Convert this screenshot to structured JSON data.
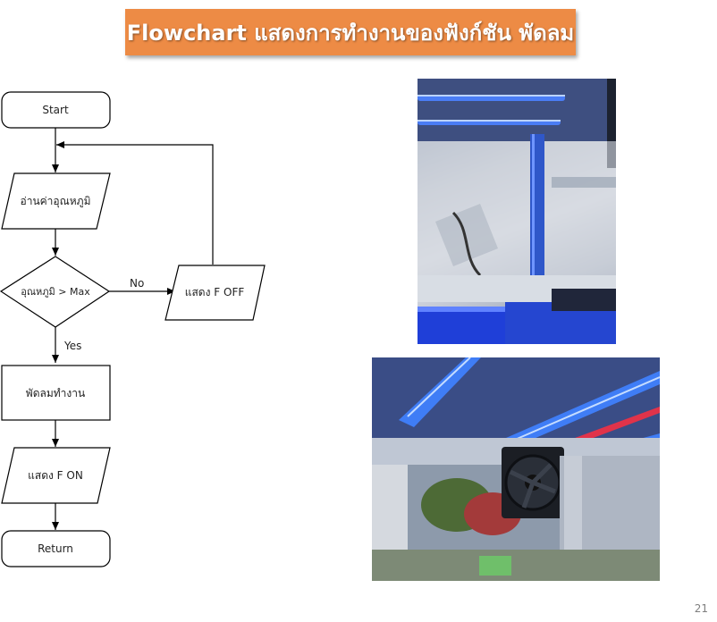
{
  "title": "Flowchart แสดงการทำงานของฟังก์ชัน พัดลม",
  "flowchart": {
    "start": "Start",
    "read_input": "อ่านค่าอุณหภูมิ",
    "decision": "อุณหภูมิ > Max",
    "no_label": "No",
    "show_off": "แสดง F OFF",
    "yes_label": "Yes",
    "fan_on": "พัดลมทำงาน",
    "show_on": "แสดง F ON",
    "return": "Return"
  },
  "page_number": "21"
}
